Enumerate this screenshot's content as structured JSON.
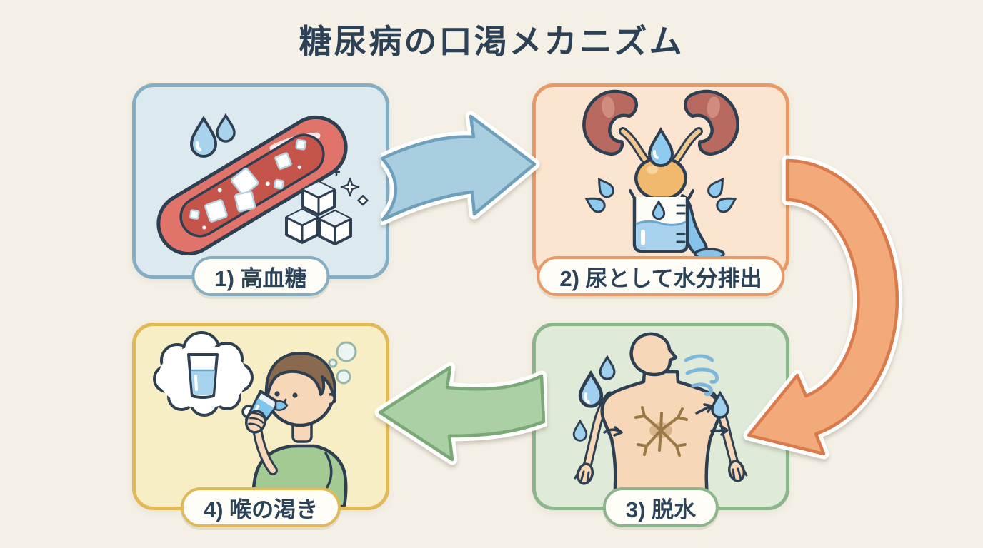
{
  "title": "糖尿病の口渇メカニズム",
  "colors": {
    "page_background": "#f4f0e6",
    "title_text": "#2d4156",
    "label_text": "#2b4258",
    "ink_outline": "#2e3f52"
  },
  "steps": [
    {
      "label": "1) 高血糖",
      "panel_fill": "#dce9ef",
      "panel_border": "#86aec3",
      "illustration": "blood-vessel-with-sugar-cubes"
    },
    {
      "label": "2) 尿として水分排出",
      "panel_fill": "#fbe5d1",
      "panel_border": "#e79a67",
      "illustration": "kidneys-bladder-and-overflowing-beaker"
    },
    {
      "label": "3) 脱水",
      "panel_fill": "#dfead9",
      "panel_border": "#8db58b",
      "illustration": "dehydrated-body-losing-water"
    },
    {
      "label": "4) 喉の渇き",
      "panel_fill": "#f8eec6",
      "panel_border": "#e0ba58",
      "illustration": "person-drinking-water"
    }
  ],
  "arrows": [
    {
      "name": "arrow-step1-to-step2",
      "direction": "right",
      "fill": "#a8cee0",
      "stroke": "#6fa0bb"
    },
    {
      "name": "arrow-step2-to-step3",
      "direction": "curve-down",
      "fill": "#f2aa7a",
      "stroke": "#da7b4c"
    },
    {
      "name": "arrow-step3-to-step4",
      "direction": "left",
      "fill": "#abd0a5",
      "stroke": "#7aa877"
    }
  ]
}
